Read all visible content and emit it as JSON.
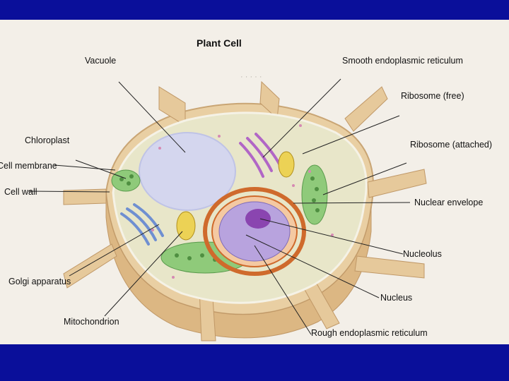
{
  "slide": {
    "background_color": "#0a0f9a",
    "figure_title": "Plant Cell"
  },
  "labels": {
    "vacuole": "Vacuole",
    "smooth_er": "Smooth endoplasmic reticulum",
    "ribosome_free": "Ribosome (free)",
    "ribosome_attached": "Ribosome (attached)",
    "chloroplast": "Chloroplast",
    "cell_membrane": "Cell membrane",
    "cell_wall": "Cell wall",
    "nuclear_envelope": "Nuclear envelope",
    "nucleolus": "Nucleolus",
    "golgi": "Golgi apparatus",
    "nucleus": "Nucleus",
    "mitochondrion": "Mitochondrion",
    "rough_er": "Rough endoplasmic reticulum"
  }
}
